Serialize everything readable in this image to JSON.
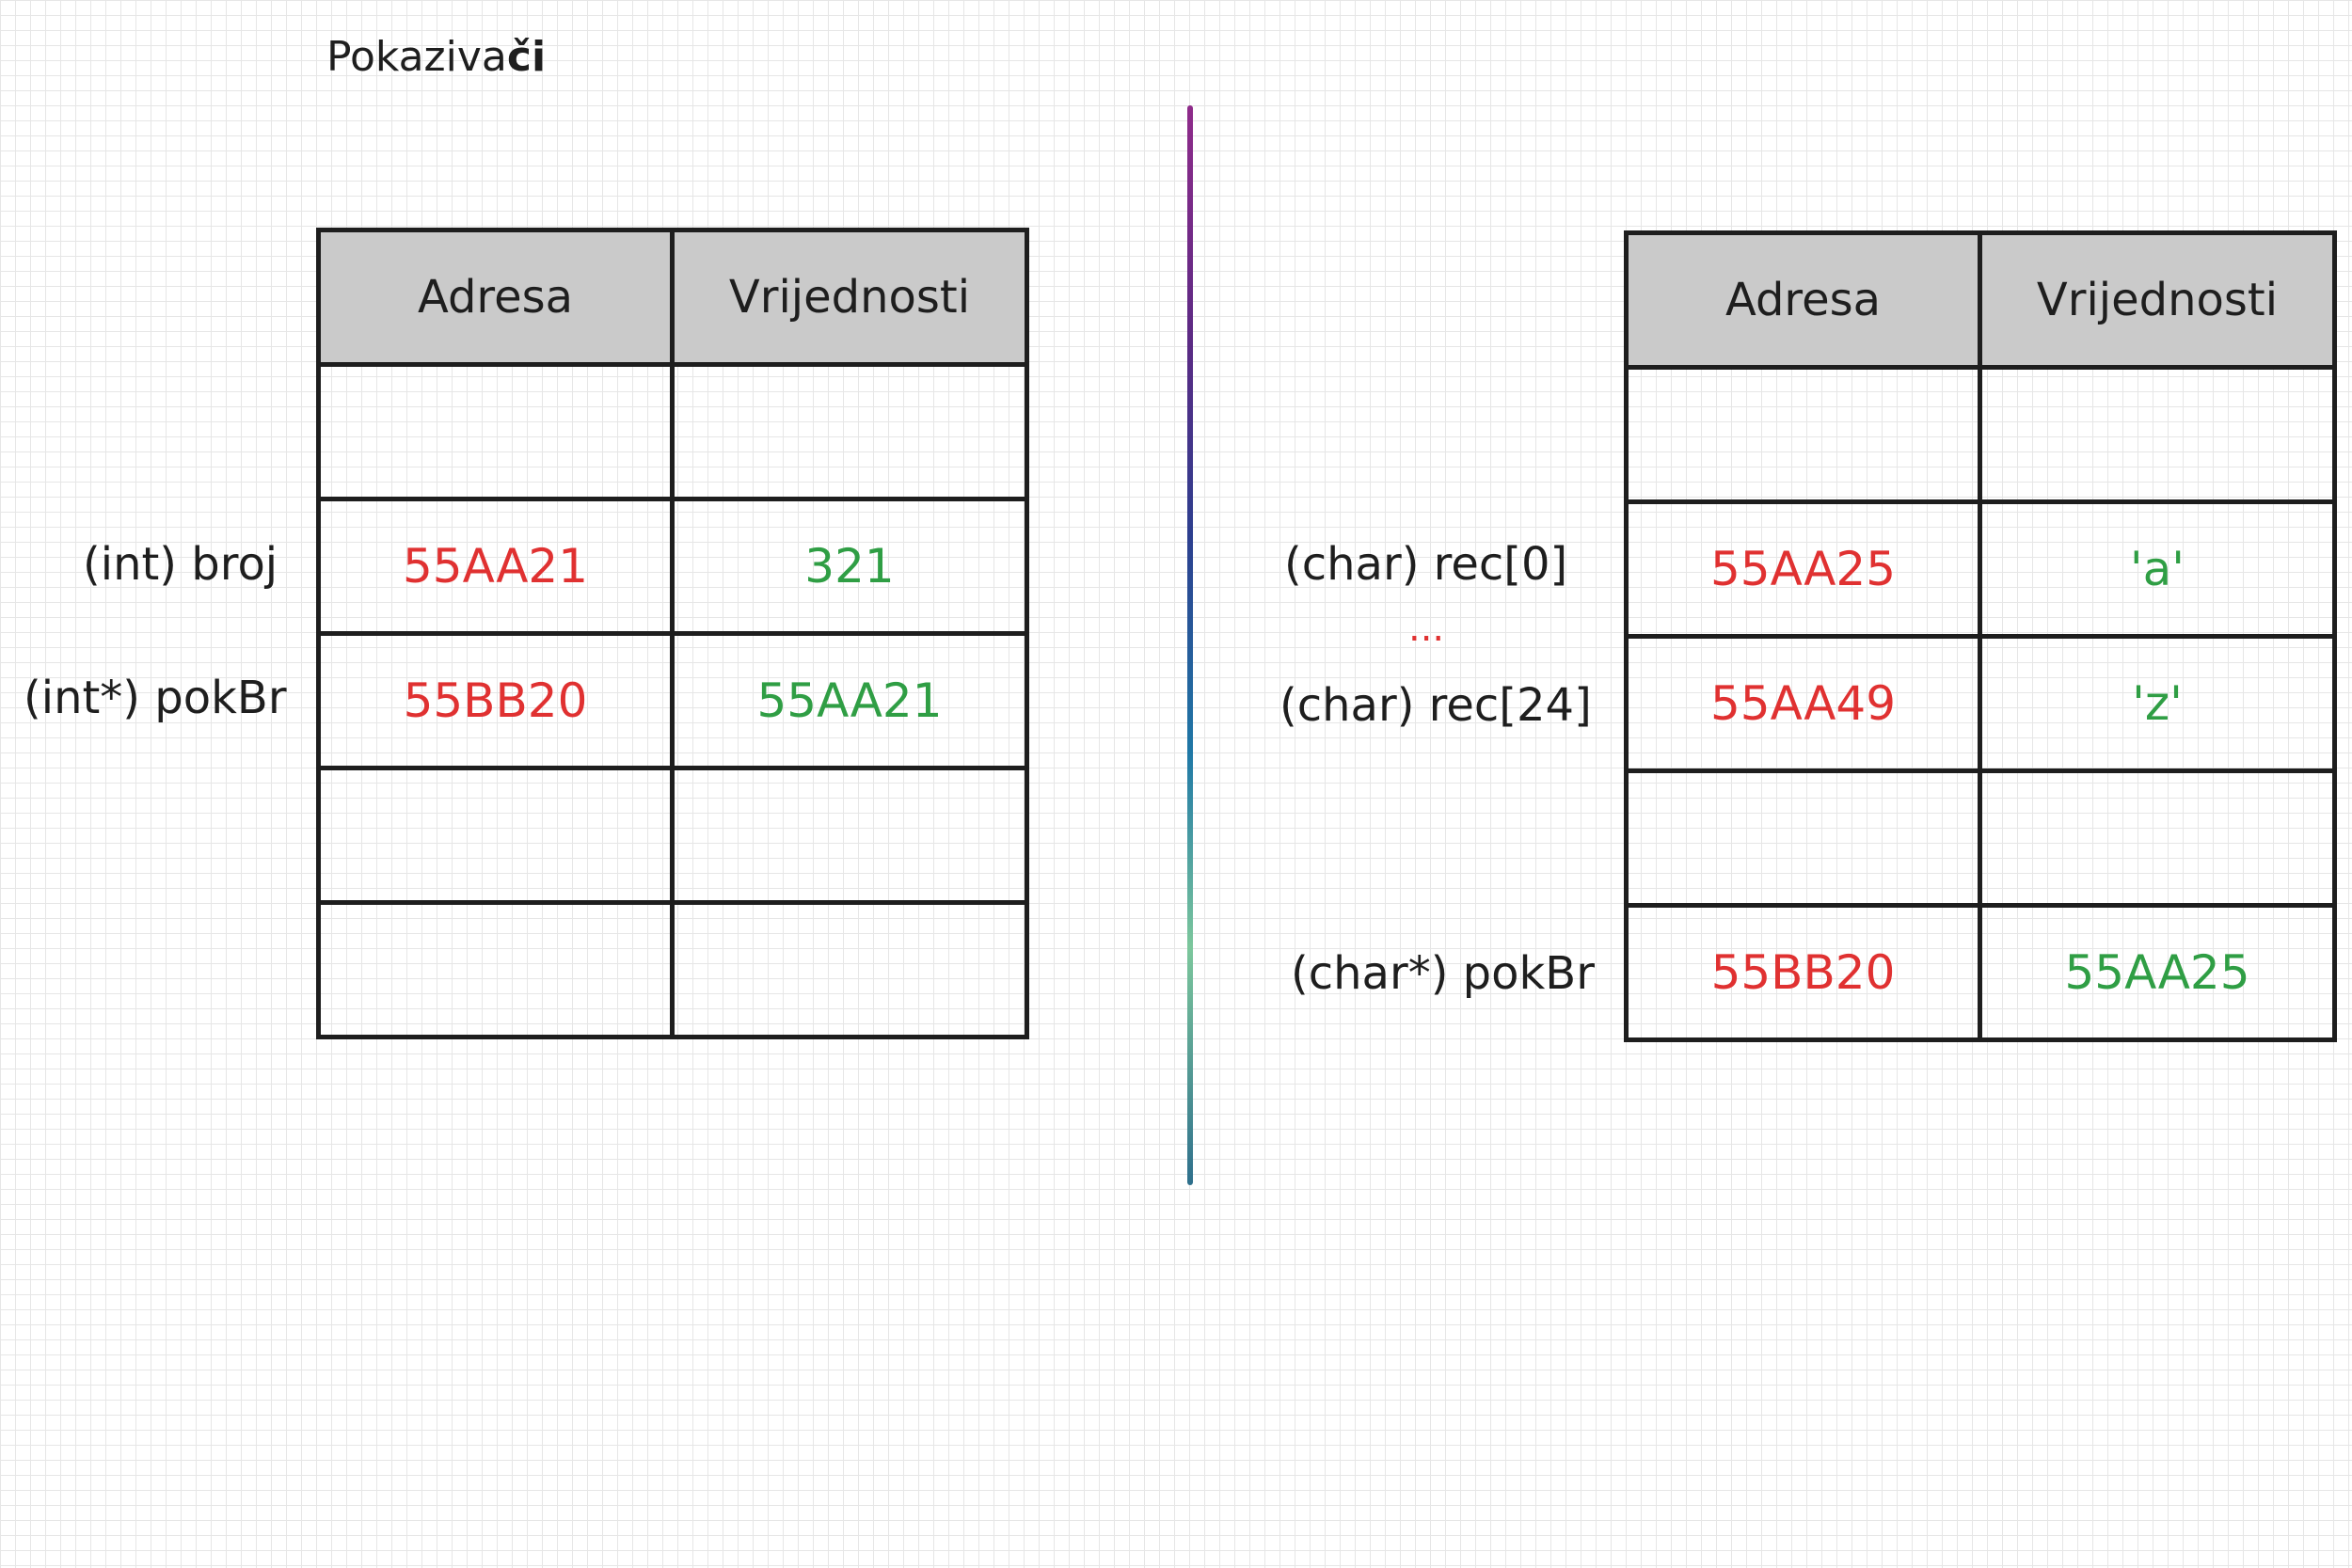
{
  "title": {
    "prefix": "Pokaziva",
    "bold": "či"
  },
  "colors": {
    "address": "#e03131",
    "value": "#2f9e44",
    "header_fill": "#cacaca",
    "border": "#1e1e1e"
  },
  "left_table": {
    "headers": [
      "Adresa",
      "Vrijednosti"
    ],
    "rows": [
      {
        "address": "",
        "value": ""
      },
      {
        "address": "55AA21",
        "value": "321"
      },
      {
        "address": "55BB20",
        "value": "55AA21"
      },
      {
        "address": "",
        "value": ""
      },
      {
        "address": "",
        "value": ""
      }
    ],
    "row_labels": [
      "(int) broj",
      "(int*) pokBr"
    ]
  },
  "right_table": {
    "headers": [
      "Adresa",
      "Vrijednosti"
    ],
    "rows": [
      {
        "address": "",
        "value": ""
      },
      {
        "address": "55AA25",
        "value": "'a'"
      },
      {
        "address": "55AA49",
        "value": "'z'"
      },
      {
        "address": "",
        "value": ""
      },
      {
        "address": "55BB20",
        "value": "55AA25"
      }
    ],
    "row_labels": [
      "(char) rec[0]",
      "(char) rec[24]",
      "(char*) pokBr"
    ],
    "ellipsis": "..."
  }
}
